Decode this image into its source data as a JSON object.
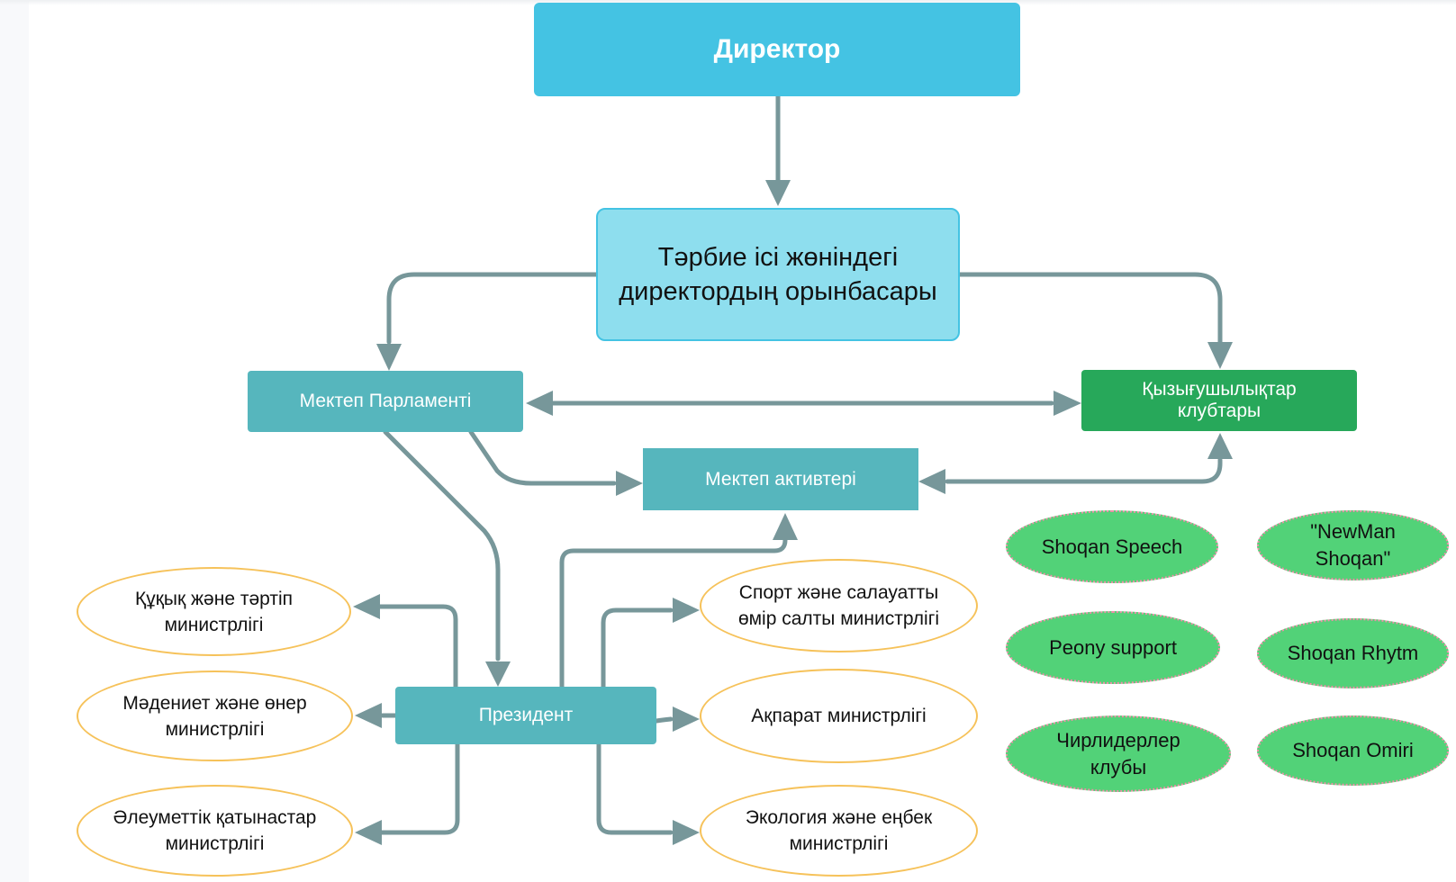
{
  "colors": {
    "director_fill": "#44c3e3",
    "deputy_fill": "#8edeee",
    "unit_fill": "#56b6bd",
    "clubs_fill": "#27a85a",
    "ministry_border": "#f6c25a",
    "club_ellipse_fill": "#52d278",
    "club_ellipse_border": "#ee8fa8",
    "connector": "#77979a"
  },
  "nodes": {
    "director": "Директор",
    "deputy": "Тәрбие ісі жөніндегі директордың орынбасары",
    "parliament": "Мектеп Парламенті",
    "interest_clubs": "Қызығушылықтар клубтары",
    "activists": "Мектеп активтері",
    "president": "Президент"
  },
  "ministries": {
    "law": "Құқық және тәртіп министрлігі",
    "culture": "Мәдениет және өнер министрлігі",
    "social": "Әлеуметтік қатынастар министрлігі",
    "sport": "Спорт және салауатты өмір салты министрлігі",
    "information": "Ақпарат министрлігі",
    "ecology": "Экология және еңбек министрлігі"
  },
  "clubs": [
    "Shoqan Speech",
    "\"NewMan Shoqan\"",
    "Peony support",
    "Shoqan Rhytm",
    "Чирлидерлер клубы",
    "Shoqan Omiri"
  ]
}
